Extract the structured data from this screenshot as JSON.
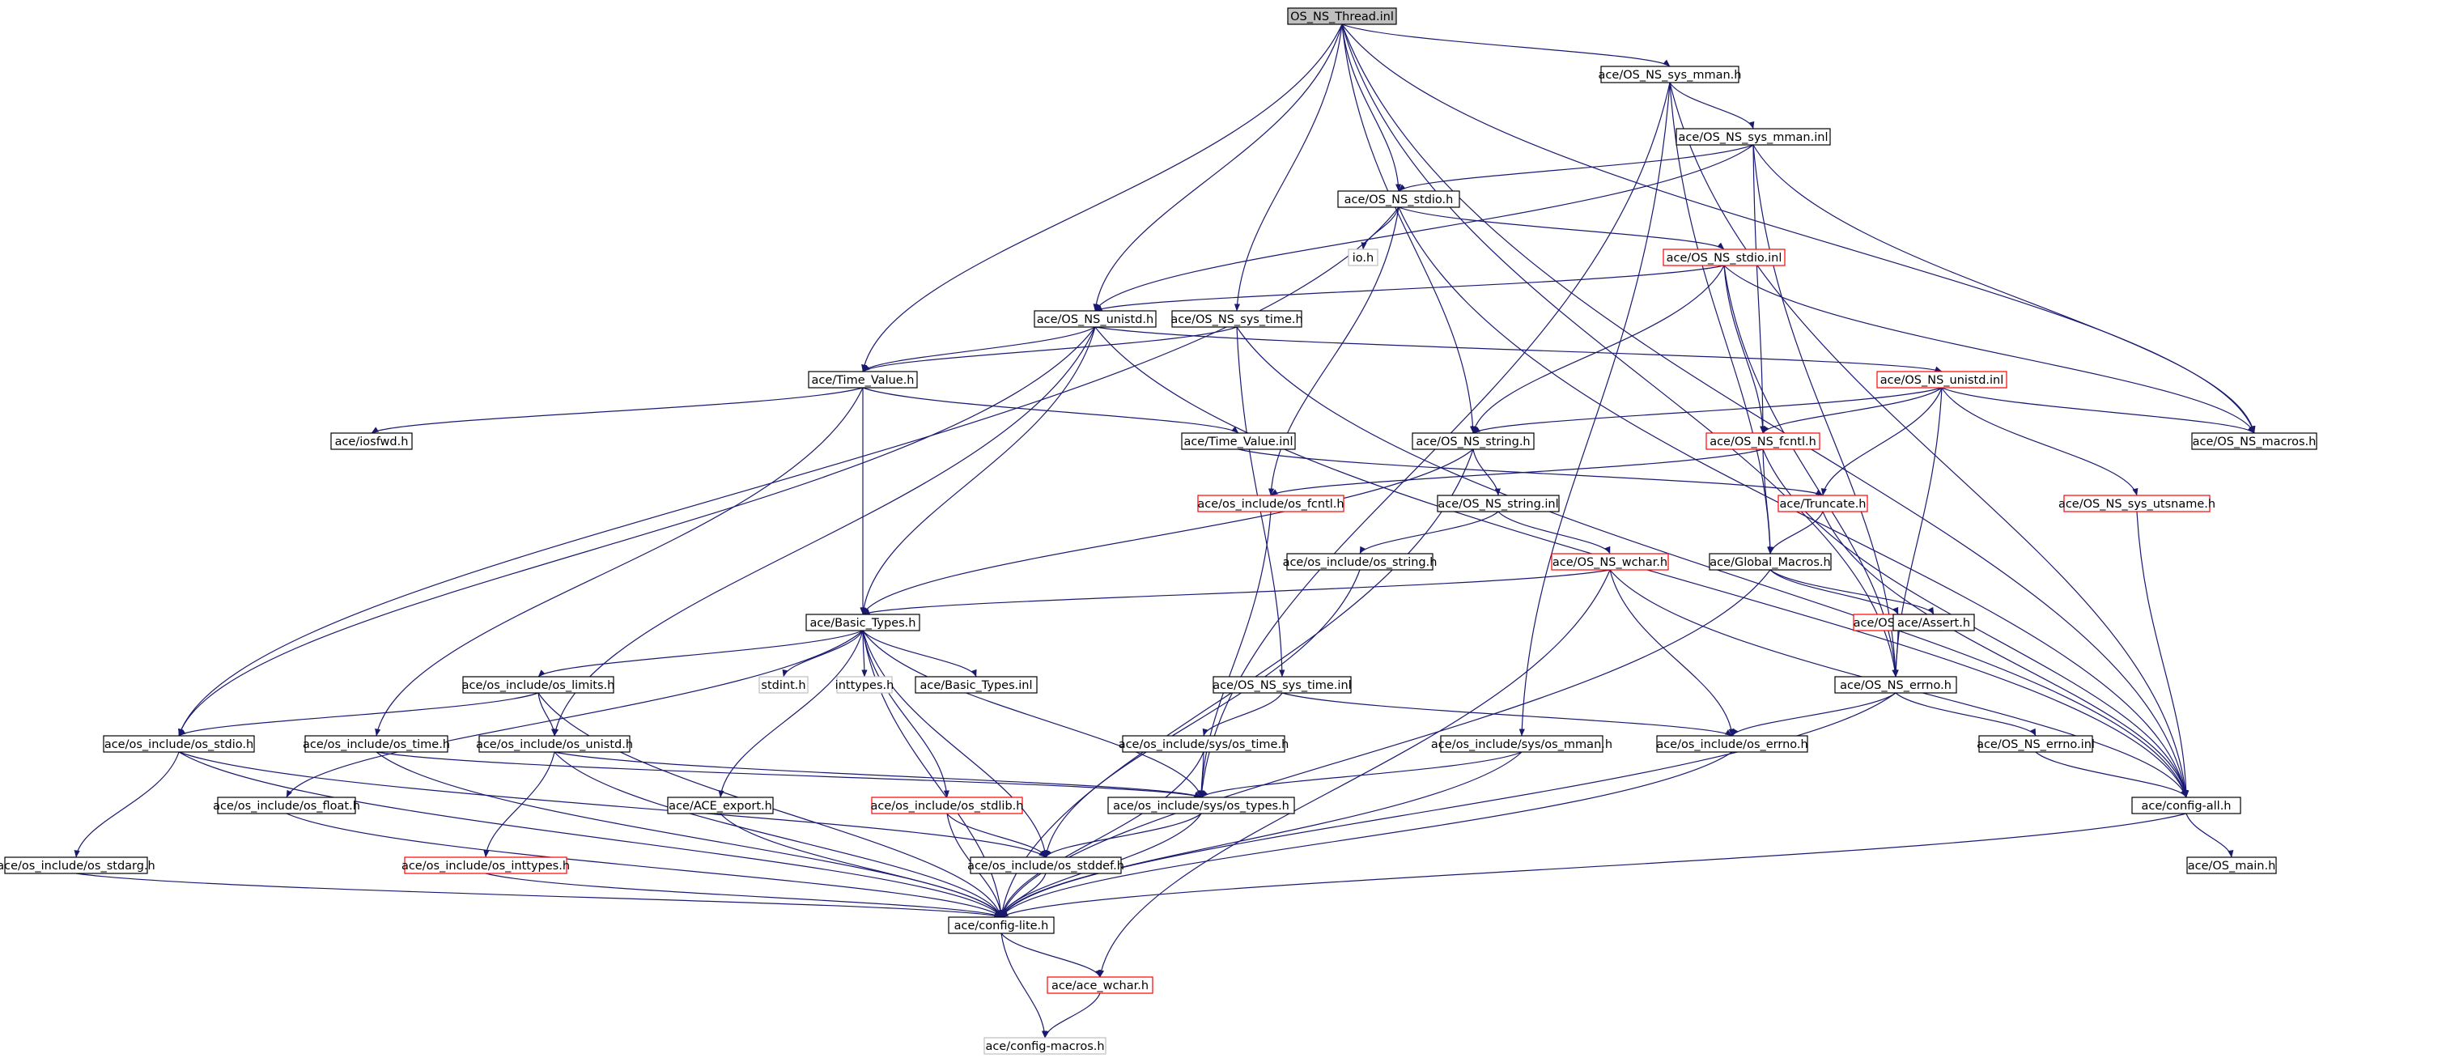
{
  "colors": {
    "edge": "#191970",
    "root_fill": "#bfbfbf",
    "normal_border": "#000000",
    "truncated_border": "#ff0000",
    "missing_border": "#bfbfbf"
  },
  "nodes": [
    {
      "id": "n0",
      "label": "OS_NS_Thread.inl",
      "kind": "root"
    },
    {
      "id": "n1",
      "label": "ace/OS_NS_sys_mman.h",
      "kind": "normal"
    },
    {
      "id": "n2",
      "label": "ace/OS_NS_sys_mman.inl",
      "kind": "normal"
    },
    {
      "id": "n3",
      "label": "ace/OS_NS_stdio.h",
      "kind": "normal"
    },
    {
      "id": "n4",
      "label": "io.h",
      "kind": "missing"
    },
    {
      "id": "n5",
      "label": "ace/OS_NS_stdio.inl",
      "kind": "truncated"
    },
    {
      "id": "n6",
      "label": "ace/OS_NS_unistd.h",
      "kind": "normal"
    },
    {
      "id": "n7",
      "label": "ace/OS_NS_sys_time.h",
      "kind": "normal"
    },
    {
      "id": "n8",
      "label": "ace/Time_Value.h",
      "kind": "normal"
    },
    {
      "id": "n9",
      "label": "ace/OS_NS_unistd.inl",
      "kind": "truncated"
    },
    {
      "id": "n10",
      "label": "ace/iosfwd.h",
      "kind": "normal"
    },
    {
      "id": "n11",
      "label": "ace/Time_Value.inl",
      "kind": "normal"
    },
    {
      "id": "n12",
      "label": "ace/OS_NS_string.h",
      "kind": "normal"
    },
    {
      "id": "n13",
      "label": "ace/OS_NS_fcntl.h",
      "kind": "truncated"
    },
    {
      "id": "n14",
      "label": "ace/OS_NS_macros.h",
      "kind": "normal"
    },
    {
      "id": "n15",
      "label": "ace/os_include/os_fcntl.h",
      "kind": "truncated"
    },
    {
      "id": "n16",
      "label": "ace/OS_NS_string.inl",
      "kind": "normal"
    },
    {
      "id": "n17",
      "label": "ace/Truncate.h",
      "kind": "truncated"
    },
    {
      "id": "n18",
      "label": "ace/OS_NS_sys_utsname.h",
      "kind": "truncated"
    },
    {
      "id": "n19",
      "label": "ace/os_include/os_string.h",
      "kind": "normal"
    },
    {
      "id": "n20",
      "label": "ace/OS_NS_wchar.h",
      "kind": "truncated"
    },
    {
      "id": "n21",
      "label": "ace/Global_Macros.h",
      "kind": "normal"
    },
    {
      "id": "n22",
      "label": "ace/Basic_Types.h",
      "kind": "normal"
    },
    {
      "id": "n23",
      "label": "ace/OS_Errno.h",
      "kind": "truncated"
    },
    {
      "id": "n24",
      "label": "ace/Assert.h",
      "kind": "normal"
    },
    {
      "id": "n25",
      "label": "ace/os_include/os_limits.h",
      "kind": "normal"
    },
    {
      "id": "n26",
      "label": "stdint.h",
      "kind": "missing"
    },
    {
      "id": "n27",
      "label": "inttypes.h",
      "kind": "missing"
    },
    {
      "id": "n28",
      "label": "ace/Basic_Types.inl",
      "kind": "normal"
    },
    {
      "id": "n29",
      "label": "ace/OS_NS_sys_time.inl",
      "kind": "normal"
    },
    {
      "id": "n30",
      "label": "ace/OS_NS_errno.h",
      "kind": "normal"
    },
    {
      "id": "n31",
      "label": "ace/os_include/os_stdio.h",
      "kind": "normal"
    },
    {
      "id": "n32",
      "label": "ace/os_include/os_time.h",
      "kind": "normal"
    },
    {
      "id": "n33",
      "label": "ace/os_include/os_unistd.h",
      "kind": "normal"
    },
    {
      "id": "n34",
      "label": "ace/os_include/sys/os_time.h",
      "kind": "normal"
    },
    {
      "id": "n35",
      "label": "ace/os_include/sys/os_mman.h",
      "kind": "normal"
    },
    {
      "id": "n36",
      "label": "ace/os_include/os_errno.h",
      "kind": "normal"
    },
    {
      "id": "n37",
      "label": "ace/OS_NS_errno.inl",
      "kind": "normal"
    },
    {
      "id": "n38",
      "label": "ace/os_include/os_float.h",
      "kind": "normal"
    },
    {
      "id": "n39",
      "label": "ace/ACE_export.h",
      "kind": "normal"
    },
    {
      "id": "n40",
      "label": "ace/os_include/os_stdlib.h",
      "kind": "truncated"
    },
    {
      "id": "n41",
      "label": "ace/os_include/sys/os_types.h",
      "kind": "normal"
    },
    {
      "id": "n42",
      "label": "ace/config-all.h",
      "kind": "normal"
    },
    {
      "id": "n43",
      "label": "ace/os_include/os_stdarg.h",
      "kind": "normal"
    },
    {
      "id": "n44",
      "label": "ace/os_include/os_inttypes.h",
      "kind": "truncated"
    },
    {
      "id": "n45",
      "label": "ace/os_include/os_stddef.h",
      "kind": "normal"
    },
    {
      "id": "n46",
      "label": "ace/OS_main.h",
      "kind": "normal"
    },
    {
      "id": "n47",
      "label": "ace/config-lite.h",
      "kind": "normal"
    },
    {
      "id": "n48",
      "label": "ace/ace_wchar.h",
      "kind": "truncated"
    },
    {
      "id": "n49",
      "label": "ace/config-macros.h",
      "kind": "missing"
    }
  ]
}
